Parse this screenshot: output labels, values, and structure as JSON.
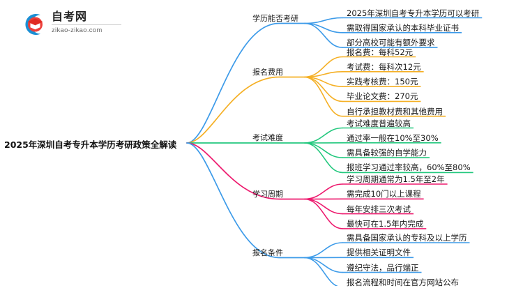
{
  "logo": {
    "name_cn": "自考网",
    "name_en": "zikao-zikao.com",
    "mark_icon": "graduation-cap-icon",
    "mark_color_arc": "#1B8FD4",
    "mark_color_cap": "#E8392B"
  },
  "mindmap": {
    "root": {
      "label": "2025年深圳自考专升本学历考研政策全解读"
    },
    "branches": [
      {
        "label": "学历能否考研",
        "color": "#3D9BE9",
        "children": [
          "2025年深圳自考专升本学历可以考研",
          "需取得国家承认的本科毕业证书",
          "部分高校可能有额外要求"
        ]
      },
      {
        "label": "报名费用",
        "color": "#F5B025",
        "children": [
          "报名费：每科52元",
          "考试费：每科次12元",
          "实践考核费：150元",
          "毕业论文费：270元",
          "自行承担教材费和其他费用"
        ]
      },
      {
        "label": "考试难度",
        "color": "#23C87E",
        "children": [
          "考试难度普遍较高",
          "通过率一般在10%至30%",
          "需具备较强的自学能力",
          "报班学习通过率较高，60%至80%"
        ]
      },
      {
        "label": "学习周期",
        "color": "#ED1A6E",
        "children": [
          "学习周期通常为1.5年至2年",
          "需完成10门以上课程",
          "每年安排三次考试",
          "最快可在1.5年内完成"
        ]
      },
      {
        "label": "报名条件",
        "color": "#3D9BE9",
        "children": [
          "需具备国家承认的专科及以上学历",
          "提供相关证明文件",
          "遵纪守法，品行端正",
          "报名流程和时间在官方网站公布"
        ]
      }
    ]
  }
}
